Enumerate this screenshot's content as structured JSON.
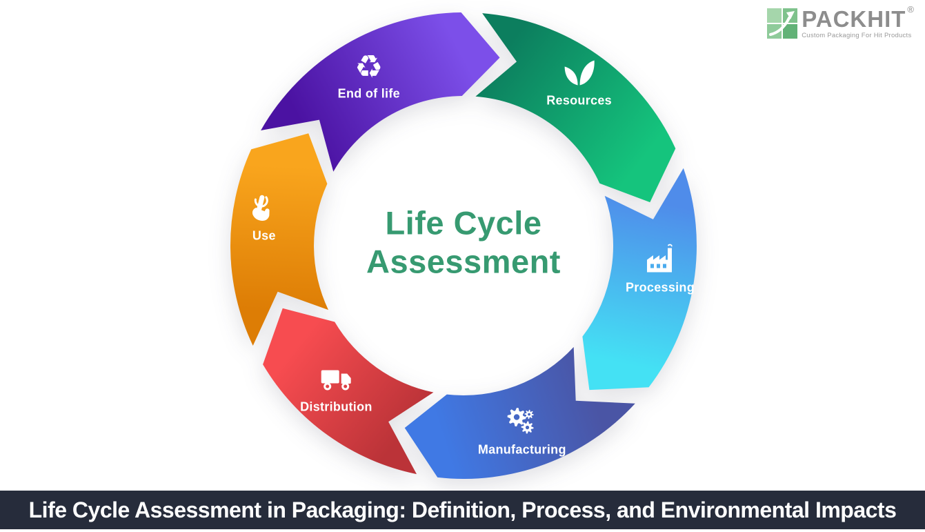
{
  "logo": {
    "brand": "PACKHIT",
    "registered_mark": "®",
    "tagline": "Custom Packaging For Hit Products",
    "icon": "growth-arrow-grid-icon",
    "brand_color": "#8d8d8d",
    "tagline_color": "#9a9a9a",
    "icon_colors": [
      "#a5d6ab",
      "#7fc28c",
      "#8fcb9a",
      "#62b277"
    ]
  },
  "center": {
    "title_line1": "Life Cycle",
    "title_line2": "Assessment",
    "color": "#379a71"
  },
  "cycle": {
    "direction": "clockwise",
    "segments": [
      {
        "label": "Resources",
        "icon": "leaf-icon",
        "color_start": "#0c7e5e",
        "color_end": "#15c47d"
      },
      {
        "label": "Processing",
        "icon": "factory-icon",
        "color_start": "#4f8cea",
        "color_end": "#44e1f4"
      },
      {
        "label": "Manufacturing",
        "icon": "gears-icon",
        "color_start": "#4a55a5",
        "color_end": "#4079e4"
      },
      {
        "label": "Distribution",
        "icon": "truck-icon",
        "color_start": "#bb3338",
        "color_end": "#f74c50"
      },
      {
        "label": "Use",
        "icon": "tap-icon",
        "color_start": "#dd7d05",
        "color_end": "#f9a51d"
      },
      {
        "label": "End of life",
        "icon": "recycle-icon",
        "color_start": "#4b12a2",
        "color_end": "#7c4fe9"
      }
    ]
  },
  "banner": {
    "text": "Life Cycle Assessment in Packaging: Definition, Process, and Environmental Impacts",
    "bg": "#262c3b",
    "fg": "#ffffff"
  }
}
